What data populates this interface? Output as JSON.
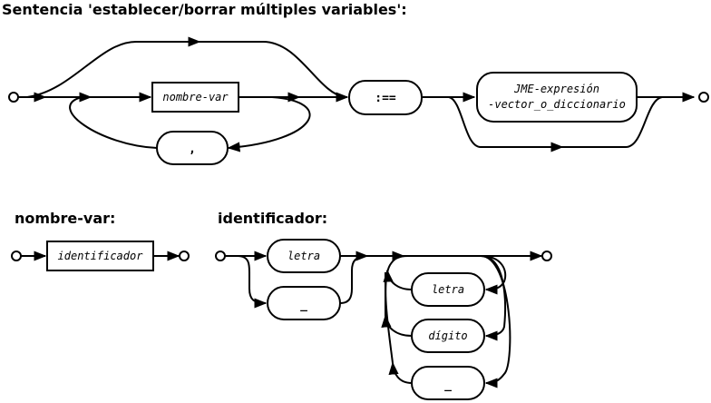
{
  "titles": {
    "main": "Sentencia 'establecer/borrar múltiples variables':",
    "nombre_var": "nombre-var:",
    "identificador": "identificador:"
  },
  "main_diagram": {
    "nonterminal_nombre_var": "nombre-var",
    "comma": ",",
    "assign": ":==",
    "expr_line1": "JME-expresión",
    "expr_line2": "-vector_o_diccionario"
  },
  "nombre_var_diagram": {
    "identificador": "identificador"
  },
  "identificador_diagram": {
    "letra_first": "letra",
    "underscore_first": "_",
    "letra_loop": "letra",
    "digito_loop": "dígito",
    "underscore_loop": "_"
  }
}
